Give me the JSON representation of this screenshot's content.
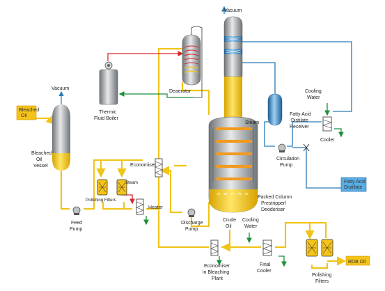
{
  "colors": {
    "oil_line": "#f0c419",
    "oil_fill": "#f3c80f",
    "blue_line": "#2a7ab7",
    "green_line": "#1b8f3a",
    "red_line": "#d9262b",
    "vessel_grey": "#9ea3a6",
    "heater_orange": "#f19a1f",
    "bleached_box": "#f5c31a",
    "fad_box": "#5aaee6"
  },
  "labels": {
    "vacuum_top": "Vacuum",
    "vacuum_left": "Vacuum",
    "bleached_oil_box_l1": "Bleached",
    "bleached_oil_box_l2": "Oil",
    "bleached_oil_vessel_l1": "Bleached",
    "bleached_oil_vessel_l2": "Oil",
    "bleached_oil_vessel_l3": "Vessel",
    "feed_pump_l1": "Feed",
    "feed_pump_l2": "Pump",
    "polishing_filters_small": "Polishing  Filters",
    "steam_small": "Steam",
    "heater": "Heater",
    "economiser": "Economiser",
    "thermic_l1": "Thermic",
    "thermic_l2": "Fluid Boiler",
    "deaerator": "Deaerator",
    "steam_column": "Steam",
    "packed_l1": "Packed Column",
    "packed_l2": "Prestripper/",
    "packed_l3": "Deodoriser",
    "discharge_l1": "Discharge",
    "discharge_l2": "Pump",
    "fad_receiver_l1": "Fatty Acid",
    "fad_receiver_l2": "Distilate",
    "fad_receiver_l3": "Receiver",
    "circulation_l1": "Circulation",
    "circulation_l2": "Pump",
    "cooling_water_top_l1": "Cooling",
    "cooling_water_top_l2": "Water",
    "cooler": "Cooler",
    "fad_box_l1": "Fatty Acid",
    "fad_box_l2": "Distillate",
    "crude_l1": "Crude",
    "crude_l2": "Oil",
    "cooling_water_bottom_l1": "Cooling",
    "cooling_water_bottom_l2": "Water",
    "economiser_bleach_l1": "Economiser",
    "economiser_bleach_l2": "in Bleaching",
    "economiser_bleach_l3": "Plant",
    "final_cooler_l1": "Final",
    "final_cooler_l2": "Cooler",
    "polishing_filters_big_l1": "Polishing",
    "polishing_filters_big_l2": "Filters",
    "rdb_oil": "RDB Oil"
  }
}
